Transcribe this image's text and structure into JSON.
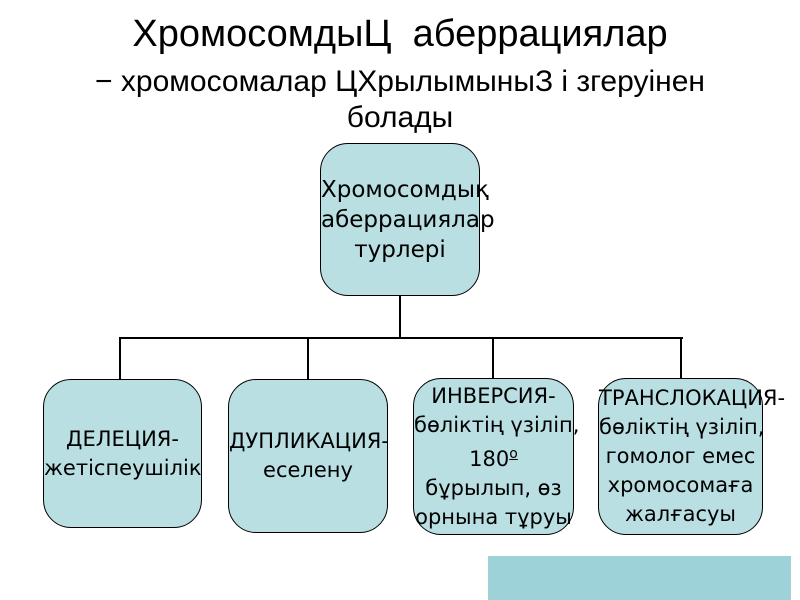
{
  "slide": {
    "title": "ХромосомдыЦ  аберрациялар",
    "subtitle_lines": [
      "− хромосомалар ЦХрылымыныЗ і згеруінен",
      "болады"
    ]
  },
  "diagram": {
    "root_box": {
      "lines": [
        "Хромосомдық",
        "аберрациялар",
        "турлері"
      ]
    },
    "child_boxes": [
      {
        "lines": [
          "ДЕЛЕЦИЯ-",
          "жетіспеушілік"
        ]
      },
      {
        "lines": [
          "ДУПЛИКАЦИЯ-",
          "еселену"
        ]
      },
      {
        "lines": [
          "ИНВЕРСИЯ-",
          "бөліктің үзіліп,",
          "180",
          "бұрылып, өз",
          "орнына тұруы"
        ],
        "degree_sup": "о"
      },
      {
        "lines": [
          "ТРАНСЛОКАЦИЯ-",
          "бөліктің үзіліп,",
          "гомолог емес",
          "хромосомаға",
          "жалғасуы"
        ]
      }
    ]
  },
  "theme": {
    "background": "#ffffff",
    "text_color": "#000000",
    "box_fill": "#b9dfe3",
    "box_border": "#000000",
    "connector_color": "#000000",
    "bottom_bar_fill": "#9ed2d9"
  }
}
